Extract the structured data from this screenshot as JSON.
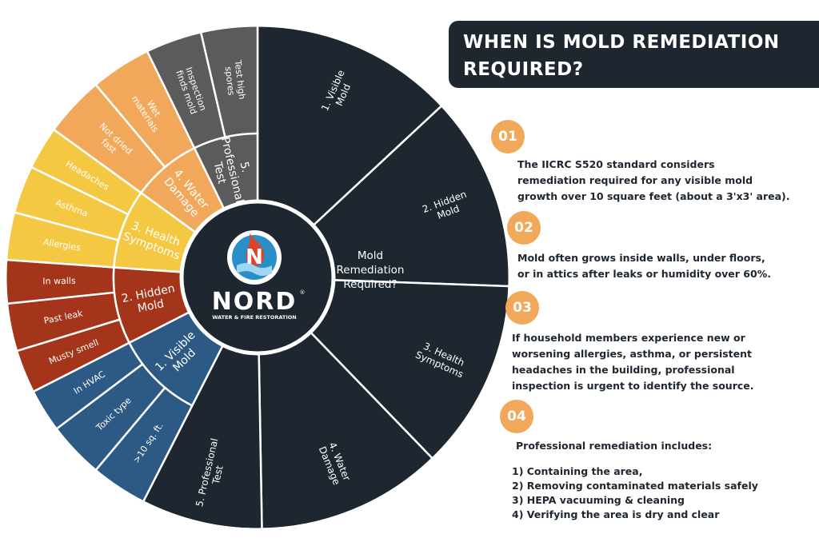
{
  "header": {
    "title_lines": [
      "WHEN IS MOLD REMEDIATION",
      "REQUIRED?"
    ]
  },
  "logo": {
    "brand": "NORD",
    "tagline": "WATER & FIRE RESTORATION",
    "registered": "®"
  },
  "wheel": {
    "center_label": [
      "Mold",
      "Remediation",
      "Required?"
    ],
    "inner_segments": [
      {
        "label": [
          "1. Visible",
          "Mold"
        ],
        "color": "#2c5a84"
      },
      {
        "label": [
          "2. Hidden",
          "Mold"
        ],
        "color": "#a4341a"
      },
      {
        "label": [
          "3. Health",
          "Symptoms"
        ],
        "color": "#f4c842"
      },
      {
        "label": [
          "4. Water",
          "Damage"
        ],
        "color": "#f2a85a"
      },
      {
        "label": [
          "5.",
          "Professional",
          "Test"
        ],
        "color": "#5b5b5b"
      }
    ],
    "outer_segments": [
      {
        "label": [
          ">10 sq. ft."
        ],
        "color": "#2c5a84"
      },
      {
        "label": [
          "Toxic type"
        ],
        "color": "#2c5a84"
      },
      {
        "label": [
          "In HVAC"
        ],
        "color": "#2c5a84"
      },
      {
        "label": [
          "Musty smell"
        ],
        "color": "#a4341a"
      },
      {
        "label": [
          "Past leak"
        ],
        "color": "#a4341a"
      },
      {
        "label": [
          "In walls"
        ],
        "color": "#a4341a"
      },
      {
        "label": [
          "Allergies"
        ],
        "color": "#f4c842"
      },
      {
        "label": [
          "Asthma"
        ],
        "color": "#f4c842"
      },
      {
        "label": [
          "Headaches"
        ],
        "color": "#f4c842"
      },
      {
        "label": [
          "Not dried",
          "fast"
        ],
        "color": "#f2a85a"
      },
      {
        "label": [
          "Wet",
          "materials"
        ],
        "color": "#f2a85a"
      },
      {
        "label": [
          "Inspection",
          "finds mold"
        ],
        "color": "#5b5b5b"
      },
      {
        "label": [
          "Test high",
          "spores"
        ],
        "color": "#5b5b5b"
      }
    ],
    "right_segments": [
      {
        "label": [
          "1. Visible",
          "Mold"
        ]
      },
      {
        "label": [
          "2. Hidden",
          "Mold"
        ]
      },
      {
        "label": [
          "3. Health",
          "Symptoms"
        ]
      },
      {
        "label": [
          "4. Water",
          "Damage"
        ]
      },
      {
        "label": [
          "5. Professional",
          "Test"
        ]
      }
    ],
    "dark_color": "#1e2630"
  },
  "tips": [
    {
      "number": "01",
      "lines": [
        "The IICRC S520 standard considers",
        "remediation required for any visible mold",
        "growth over 10 square feet (about a 3'x3' area)."
      ]
    },
    {
      "number": "02",
      "lines": [
        "Mold often grows inside walls, under floors,",
        "or in attics after leaks or humidity over 60%."
      ]
    },
    {
      "number": "03",
      "lines": [
        "If household members experience new or",
        "worsening allergies, asthma, or persistent",
        "headaches in the building, professional",
        "inspection is urgent to identify the source."
      ]
    },
    {
      "number": "04",
      "lines": [
        "Professional remediation includes:",
        "",
        "1) Containing the area,",
        "2) Removing contaminated materials safely",
        "3) HEPA vacuuming & cleaning",
        "4) Verifying the area is dry and clear"
      ]
    }
  ],
  "colors": {
    "accent": "#f2a85a",
    "dark": "#1e2630",
    "logo_blue": "#2a8fc9",
    "logo_red": "#d9452b"
  }
}
